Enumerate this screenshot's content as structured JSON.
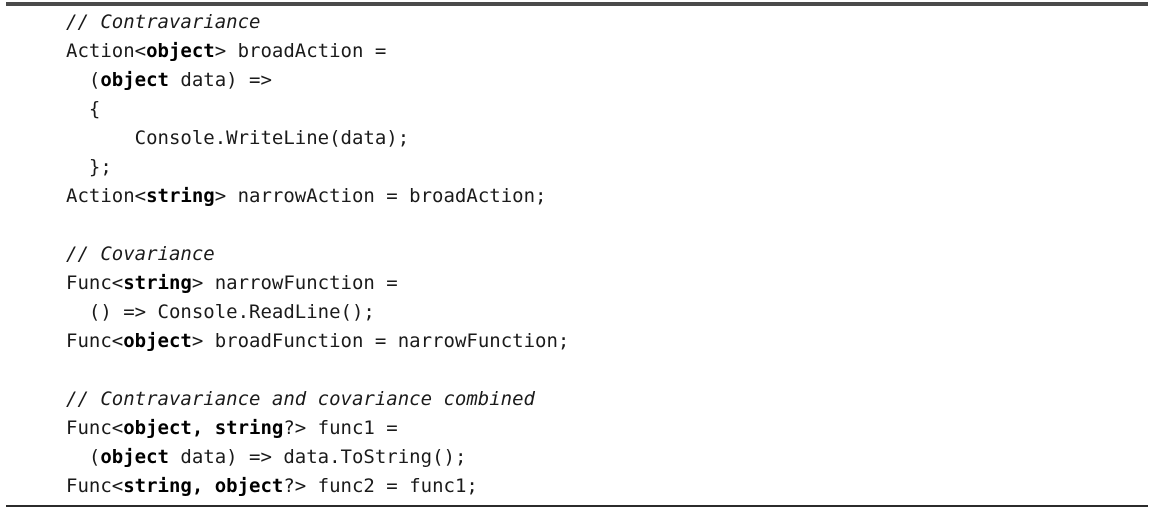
{
  "figure": {
    "name": "csharp-variance-code-listing",
    "language": "C#",
    "rules": {
      "top_color": "#4a4a4a",
      "bottom_color": "#2b2b2b"
    },
    "colors": {
      "text": "#1a1a1a",
      "keyword": "#000000",
      "background": "#ffffff"
    }
  },
  "code": {
    "lines": [
      {
        "id": "line-1",
        "kind": "comment",
        "text": "// Contravariance",
        "tokens": [
          {
            "t": "// Contravariance",
            "s": "comment"
          }
        ]
      },
      {
        "id": "line-2",
        "kind": "code",
        "text": "Action<object> broadAction =",
        "tokens": [
          {
            "t": "Action<",
            "s": "plain"
          },
          {
            "t": "object",
            "s": "kw"
          },
          {
            "t": "> broadAction =",
            "s": "plain"
          }
        ]
      },
      {
        "id": "line-3",
        "kind": "code",
        "text": "  (object data) =>",
        "tokens": [
          {
            "t": "  (",
            "s": "plain"
          },
          {
            "t": "object",
            "s": "kw"
          },
          {
            "t": " data) =>",
            "s": "plain"
          }
        ]
      },
      {
        "id": "line-4",
        "kind": "code",
        "text": "  {",
        "tokens": [
          {
            "t": "  {",
            "s": "plain"
          }
        ]
      },
      {
        "id": "line-5",
        "kind": "code",
        "text": "      Console.WriteLine(data);",
        "tokens": [
          {
            "t": "      Console.WriteLine(data);",
            "s": "plain"
          }
        ]
      },
      {
        "id": "line-6",
        "kind": "code",
        "text": "  };",
        "tokens": [
          {
            "t": "  };",
            "s": "plain"
          }
        ]
      },
      {
        "id": "line-7",
        "kind": "code",
        "text": "Action<string> narrowAction = broadAction;",
        "tokens": [
          {
            "t": "Action<",
            "s": "plain"
          },
          {
            "t": "string",
            "s": "kw"
          },
          {
            "t": "> narrowAction = broadAction;",
            "s": "plain"
          }
        ]
      },
      {
        "id": "line-8",
        "kind": "blank",
        "text": "",
        "tokens": []
      },
      {
        "id": "line-9",
        "kind": "comment",
        "text": "// Covariance",
        "tokens": [
          {
            "t": "// Covariance",
            "s": "comment"
          }
        ]
      },
      {
        "id": "line-10",
        "kind": "code",
        "text": "Func<string> narrowFunction =",
        "tokens": [
          {
            "t": "Func<",
            "s": "plain"
          },
          {
            "t": "string",
            "s": "kw"
          },
          {
            "t": "> narrowFunction =",
            "s": "plain"
          }
        ]
      },
      {
        "id": "line-11",
        "kind": "code",
        "text": "  () => Console.ReadLine();",
        "tokens": [
          {
            "t": "  () => Console.ReadLine();",
            "s": "plain"
          }
        ]
      },
      {
        "id": "line-12",
        "kind": "code",
        "text": "Func<object> broadFunction = narrowFunction;",
        "tokens": [
          {
            "t": "Func<",
            "s": "plain"
          },
          {
            "t": "object",
            "s": "kw"
          },
          {
            "t": "> broadFunction = narrowFunction;",
            "s": "plain"
          }
        ]
      },
      {
        "id": "line-13",
        "kind": "blank",
        "text": "",
        "tokens": []
      },
      {
        "id": "line-14",
        "kind": "comment",
        "text": "// Contravariance and covariance combined",
        "tokens": [
          {
            "t": "// Contravariance and covariance combined",
            "s": "comment"
          }
        ]
      },
      {
        "id": "line-15",
        "kind": "code",
        "text": "Func<object, string?> func1 =",
        "tokens": [
          {
            "t": "Func<",
            "s": "plain"
          },
          {
            "t": "object, ",
            "s": "kw"
          },
          {
            "t": "string",
            "s": "kw"
          },
          {
            "t": "?> func1 =",
            "s": "plain"
          }
        ]
      },
      {
        "id": "line-16",
        "kind": "code",
        "text": "  (object data) => data.ToString();",
        "tokens": [
          {
            "t": "  (",
            "s": "plain"
          },
          {
            "t": "object",
            "s": "kw"
          },
          {
            "t": " data) => data.ToString();",
            "s": "plain"
          }
        ]
      },
      {
        "id": "line-17",
        "kind": "code",
        "text": "Func<string, object?> func2 = func1;",
        "tokens": [
          {
            "t": "Func<",
            "s": "plain"
          },
          {
            "t": "string, ",
            "s": "kw"
          },
          {
            "t": "object",
            "s": "kw"
          },
          {
            "t": "?> func2 = func1;",
            "s": "plain"
          }
        ]
      }
    ]
  }
}
